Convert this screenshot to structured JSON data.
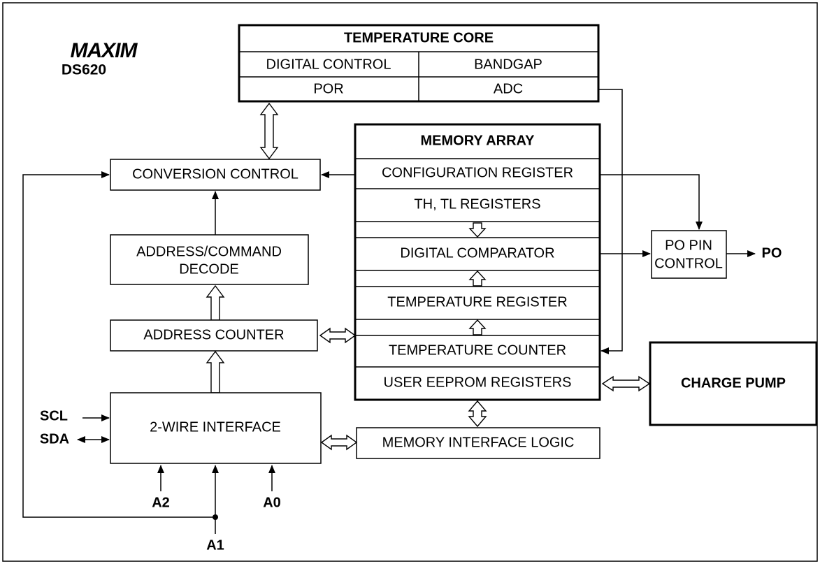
{
  "logo": {
    "brand": "MAXIM",
    "part": "DS620"
  },
  "temperature_core": {
    "title": "TEMPERATURE CORE",
    "cells": [
      "DIGITAL CONTROL",
      "BANDGAP",
      "POR",
      "ADC"
    ]
  },
  "memory_array": {
    "title": "MEMORY ARRAY",
    "rows": [
      "CONFIGURATION REGISTER",
      "TH, TL REGISTERS",
      "DIGITAL COMPARATOR",
      "TEMPERATURE REGISTER",
      "TEMPERATURE COUNTER",
      "USER EEPROM REGISTERS"
    ]
  },
  "blocks": {
    "conversion_control": "CONVERSION CONTROL",
    "address_command_decode_line1": "ADDRESS/COMMAND",
    "address_command_decode_line2": "DECODE",
    "address_counter": "ADDRESS COUNTER",
    "two_wire_interface": "2-WIRE INTERFACE",
    "memory_interface_logic": "MEMORY INTERFACE LOGIC",
    "po_pin_control_line1": "PO PIN",
    "po_pin_control_line2": "CONTROL",
    "charge_pump": "CHARGE PUMP"
  },
  "pins": {
    "scl": "SCL",
    "sda": "SDA",
    "a2": "A2",
    "a1": "A1",
    "a0": "A0",
    "po": "PO"
  }
}
